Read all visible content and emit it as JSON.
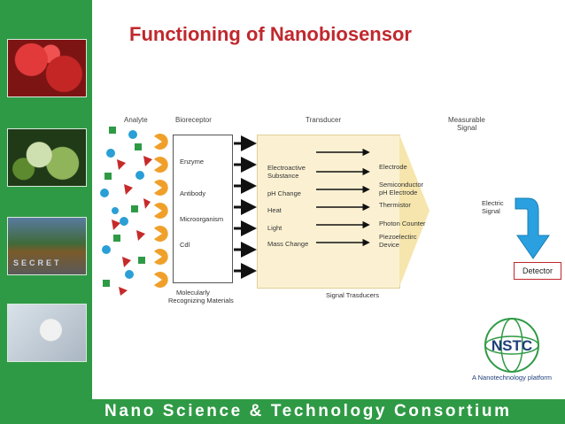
{
  "slide": {
    "title": "Functioning of Nanobiosensor",
    "footer": "Nano Science & Technology Consortium"
  },
  "diagram": {
    "analyte_label": "Analyte",
    "bioreceptor_label": "Bioreceptor",
    "transducer_label": "Transducer",
    "measurable_signal_label_line1": "Measurable",
    "measurable_signal_label_line2": "Signal",
    "bioreceptors": [
      "Enzyme",
      "Antibody",
      "Microorganism",
      "Cdl"
    ],
    "molecular_label_line1": "Molecularly",
    "molecular_label_line2": "Recognizing Materials",
    "transducer_inputs": [
      [
        "Electroactive",
        "Substance"
      ],
      [
        "pH Change"
      ],
      [
        "Heat"
      ],
      [
        "Light"
      ],
      [
        "Mass Change"
      ]
    ],
    "transducer_outputs": [
      [
        "Electrode"
      ],
      [
        "Semiconductor",
        "pH Electrode"
      ],
      [
        "Thermistor"
      ],
      [
        "Photon Counter"
      ],
      [
        "Piezoelectirc",
        "Device"
      ]
    ],
    "signal_transducers_label": "Signal Trasducers",
    "electric_signal_line1": "Electric",
    "electric_signal_line2": "Signal",
    "detector_label": "Detector"
  },
  "logo": {
    "acronym": "NSTC",
    "tagline": "A Nanotechnology platform"
  },
  "colors": {
    "brand_green": "#2f9a45",
    "title_red": "#c0282d",
    "detector_arrow": "#2aa0e0",
    "receptor_orange": "#f0a02a",
    "analyte_red": "#c62a2a",
    "analyte_blue": "#2a9fd6",
    "analyte_green": "#2f9a45"
  }
}
